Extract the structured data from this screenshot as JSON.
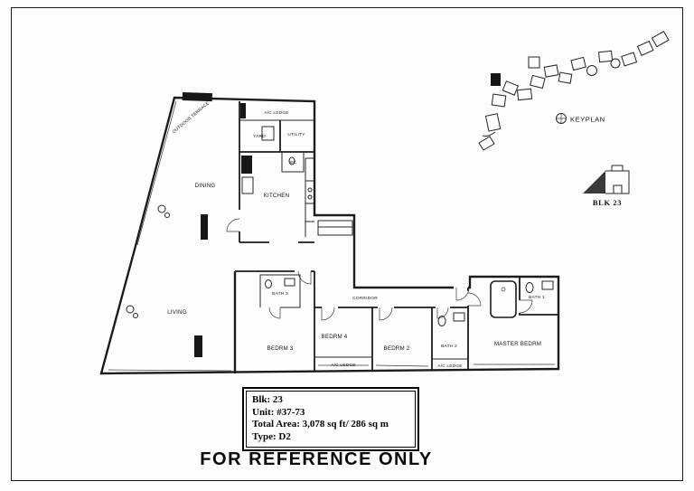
{
  "document": {
    "footer": "FOR REFERENCE ONLY"
  },
  "info_box": {
    "lines": [
      "Blk: 23",
      "Unit: #37-73",
      "Total Area: 3,078 sq ft/ 286 sq m",
      "Type: D2"
    ]
  },
  "keyplan": {
    "label": "KEYPLAN",
    "block_label": "BLK 23"
  },
  "floor_plan": {
    "labels": {
      "outdoor_terrace": "OUTDOOR TERRACE",
      "ac_ledge_top": "A/C LEDGE",
      "yard": "YARD",
      "utility": "UTILITY",
      "wc": "WC",
      "kitchen": "KITCHEN",
      "dining": "DINING",
      "living": "LIVING",
      "bath3": "BATH 3",
      "corridor": "CORRIDOR",
      "bedrm3": "BEDRM 3",
      "bedrm4": "BEDRM 4",
      "ac_ledge_bedrm4": "A/C LEDGE",
      "bedrm2": "BEDRM 2",
      "bath2": "BATH 2",
      "ac_ledge_bath2": "A/C LEDGE",
      "master_bedrm": "MASTER BEDRM",
      "bath1": "BATH 1"
    }
  }
}
